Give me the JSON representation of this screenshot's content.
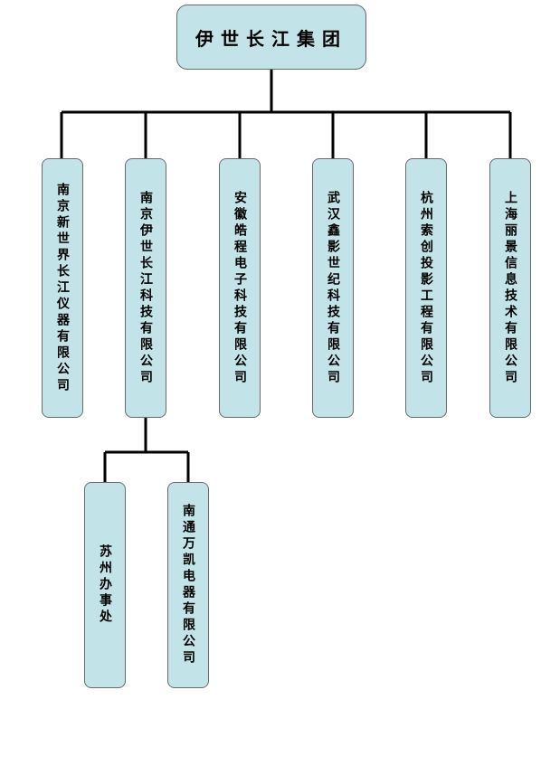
{
  "root": {
    "label": "伊世长江集团"
  },
  "branches": [
    {
      "label": "南京新世界长江仪器有限公司"
    },
    {
      "label": "南京伊世长江科技有限公司"
    },
    {
      "label": "安徽皓程电子科技有限公司"
    },
    {
      "label": "武汉鑫影世纪科技有限公司"
    },
    {
      "label": "杭州索创投影工程有限公司"
    },
    {
      "label": "上海丽景信息技术有限公司"
    }
  ],
  "sub_branches": [
    {
      "label": "苏州办事处"
    },
    {
      "label": "南通万凯电器有限公司"
    }
  ],
  "colors": {
    "node_fill": "#c2e4e8",
    "node_border": "#6a6a6a",
    "connector": "#000000"
  }
}
